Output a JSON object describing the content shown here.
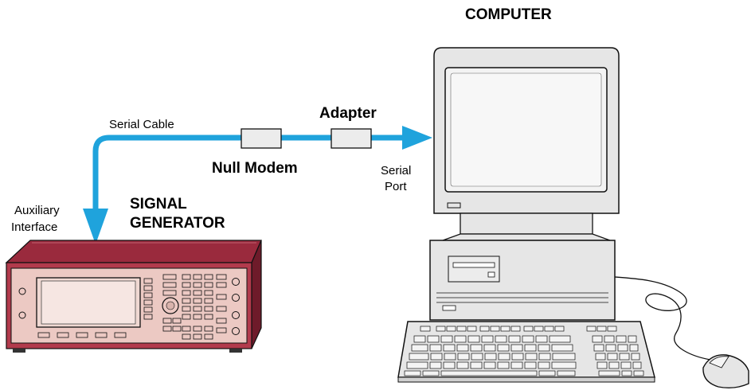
{
  "diagram": {
    "computer_title": "COMPUTER",
    "adapter": "Adapter",
    "serial_cable": "Serial Cable",
    "null_modem": "Null Modem",
    "serial_port_line1": "Serial",
    "serial_port_line2": "Port",
    "aux_line1": "Auxiliary",
    "aux_line2": "Interface",
    "siggen_line1": "SIGNAL",
    "siggen_line2": "GENERATOR"
  },
  "colors": {
    "cable": "#1fa3dc",
    "instrument_dark": "#9a2a3d",
    "instrument_panel": "#ecc9c3",
    "computer_body": "#e6e6e6",
    "screen": "#f3f3f3",
    "outline": "#111111"
  }
}
